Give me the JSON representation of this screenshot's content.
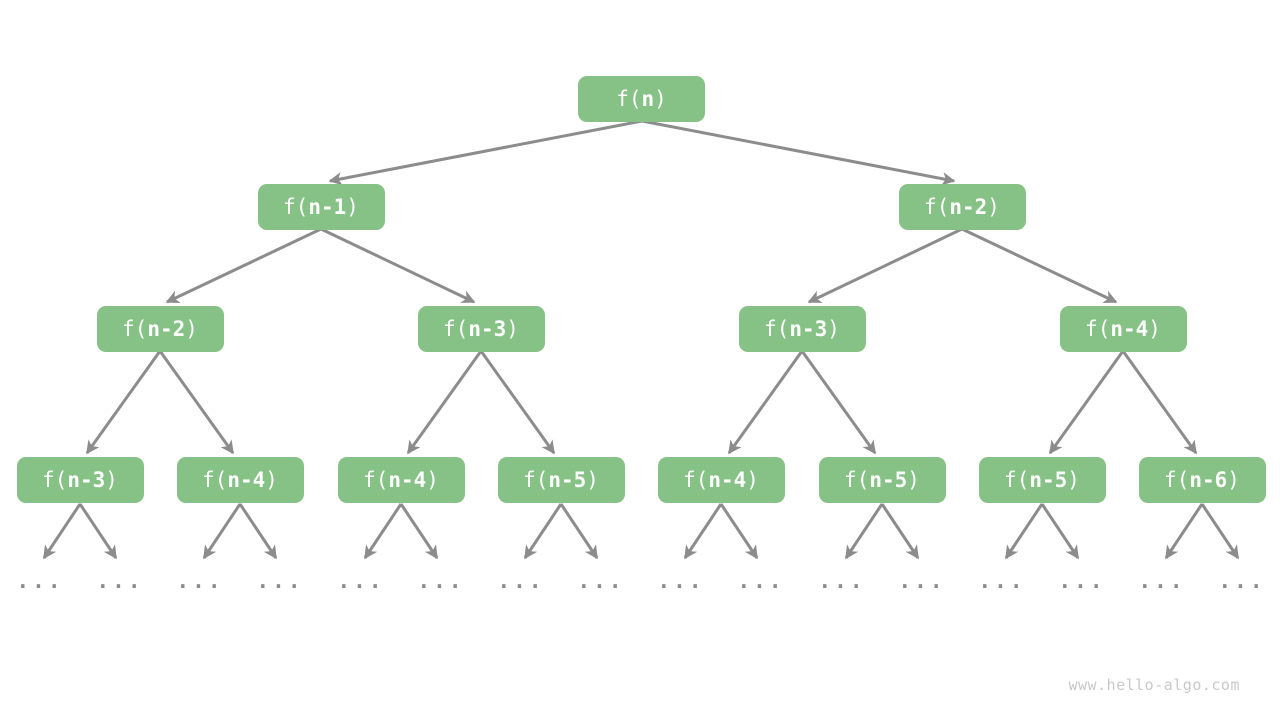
{
  "diagram": {
    "type": "recursion-tree",
    "colors": {
      "node_fill": "#86C186",
      "node_text": "#FFFFFF",
      "arrow": "#8C8C8C",
      "ellipsis": "#8C8C8C",
      "watermark": "#C9C9C9",
      "background": "#FFFFFF"
    }
  },
  "tree": {
    "levels": [
      {
        "nodes": [
          {
            "fn": "f(",
            "arg": "n",
            "close": ")"
          }
        ]
      },
      {
        "nodes": [
          {
            "fn": "f(",
            "arg": "n-1",
            "close": ")"
          },
          {
            "fn": "f(",
            "arg": "n-2",
            "close": ")"
          }
        ]
      },
      {
        "nodes": [
          {
            "fn": "f(",
            "arg": "n-2",
            "close": ")"
          },
          {
            "fn": "f(",
            "arg": "n-3",
            "close": ")"
          },
          {
            "fn": "f(",
            "arg": "n-3",
            "close": ")"
          },
          {
            "fn": "f(",
            "arg": "n-4",
            "close": ")"
          }
        ]
      },
      {
        "nodes": [
          {
            "fn": "f(",
            "arg": "n-3",
            "close": ")"
          },
          {
            "fn": "f(",
            "arg": "n-4",
            "close": ")"
          },
          {
            "fn": "f(",
            "arg": "n-4",
            "close": ")"
          },
          {
            "fn": "f(",
            "arg": "n-5",
            "close": ")"
          },
          {
            "fn": "f(",
            "arg": "n-4",
            "close": ")"
          },
          {
            "fn": "f(",
            "arg": "n-5",
            "close": ")"
          },
          {
            "fn": "f(",
            "arg": "n-5",
            "close": ")"
          },
          {
            "fn": "f(",
            "arg": "n-6",
            "close": ")"
          }
        ]
      }
    ]
  },
  "ellipsis": "...",
  "watermark": "www.hello-algo.com"
}
